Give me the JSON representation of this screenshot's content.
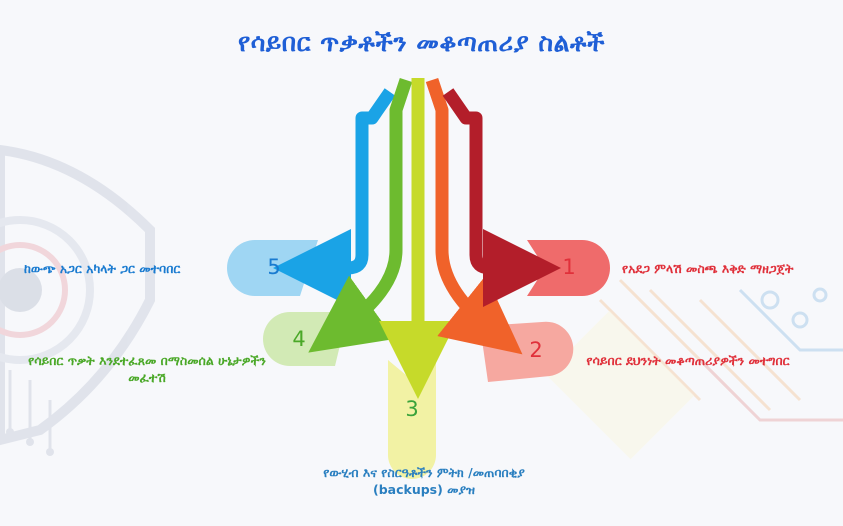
{
  "title": "የሳይበር ጥቃቶችን መቆጣጠሪያ  ስልቶች",
  "steps": [
    {
      "number": "1",
      "text": "የአደጋ ምላሽ መስጫ እቅድ ማዘጋጀት",
      "color": "#e03a3a",
      "arrow_color": "#b31e2a",
      "pill_color": "#ef6b6b"
    },
    {
      "number": "2",
      "text": "የሳይበር ደህንነት መቆጣጠሪያዎችን መተግበር",
      "color": "#e0303a",
      "arrow_color": "#f0622a",
      "pill_color": "#f6a8a0"
    },
    {
      "number": "3",
      "text": "የውሂብ እና የስርዓቶችን ምትክ /መጠባበቂያ (backups) መያዝ",
      "color": "#2a7fc0",
      "arrow_color": "#c6da2a",
      "pill_color": "#f2f2a4"
    },
    {
      "number": "4",
      "text": "የሳይበር ጥቃት እንደተፈጸመ በማስመሰል ሁኔታዎችን መፈተሽ",
      "color": "#4aa827",
      "arrow_color": "#6dbb2f",
      "pill_color": "#d2eab5"
    },
    {
      "number": "5",
      "text": "ከውጭ አጋር አካላት ጋር መተባበር",
      "color": "#1a7bd0",
      "arrow_color": "#1aa3e6",
      "pill_color": "#9fd6f3"
    }
  ]
}
